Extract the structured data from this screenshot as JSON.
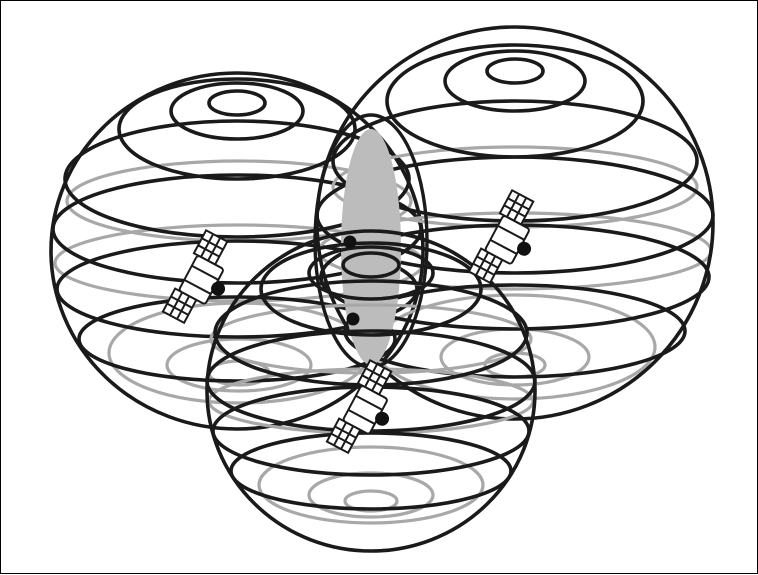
{
  "diagram": {
    "spheres": [
      {
        "id": "sphere-left",
        "satellite_icon": "satellite-icon"
      },
      {
        "id": "sphere-right",
        "satellite_icon": "satellite-icon"
      },
      {
        "id": "sphere-bottom",
        "satellite_icon": "satellite-icon"
      }
    ],
    "intersection_points": 2,
    "colors": {
      "dark_line": "#1a1a1a",
      "light_line": "#a8a8a8",
      "intersection_fill": "#bcbcbc",
      "background": "#ffffff"
    }
  }
}
